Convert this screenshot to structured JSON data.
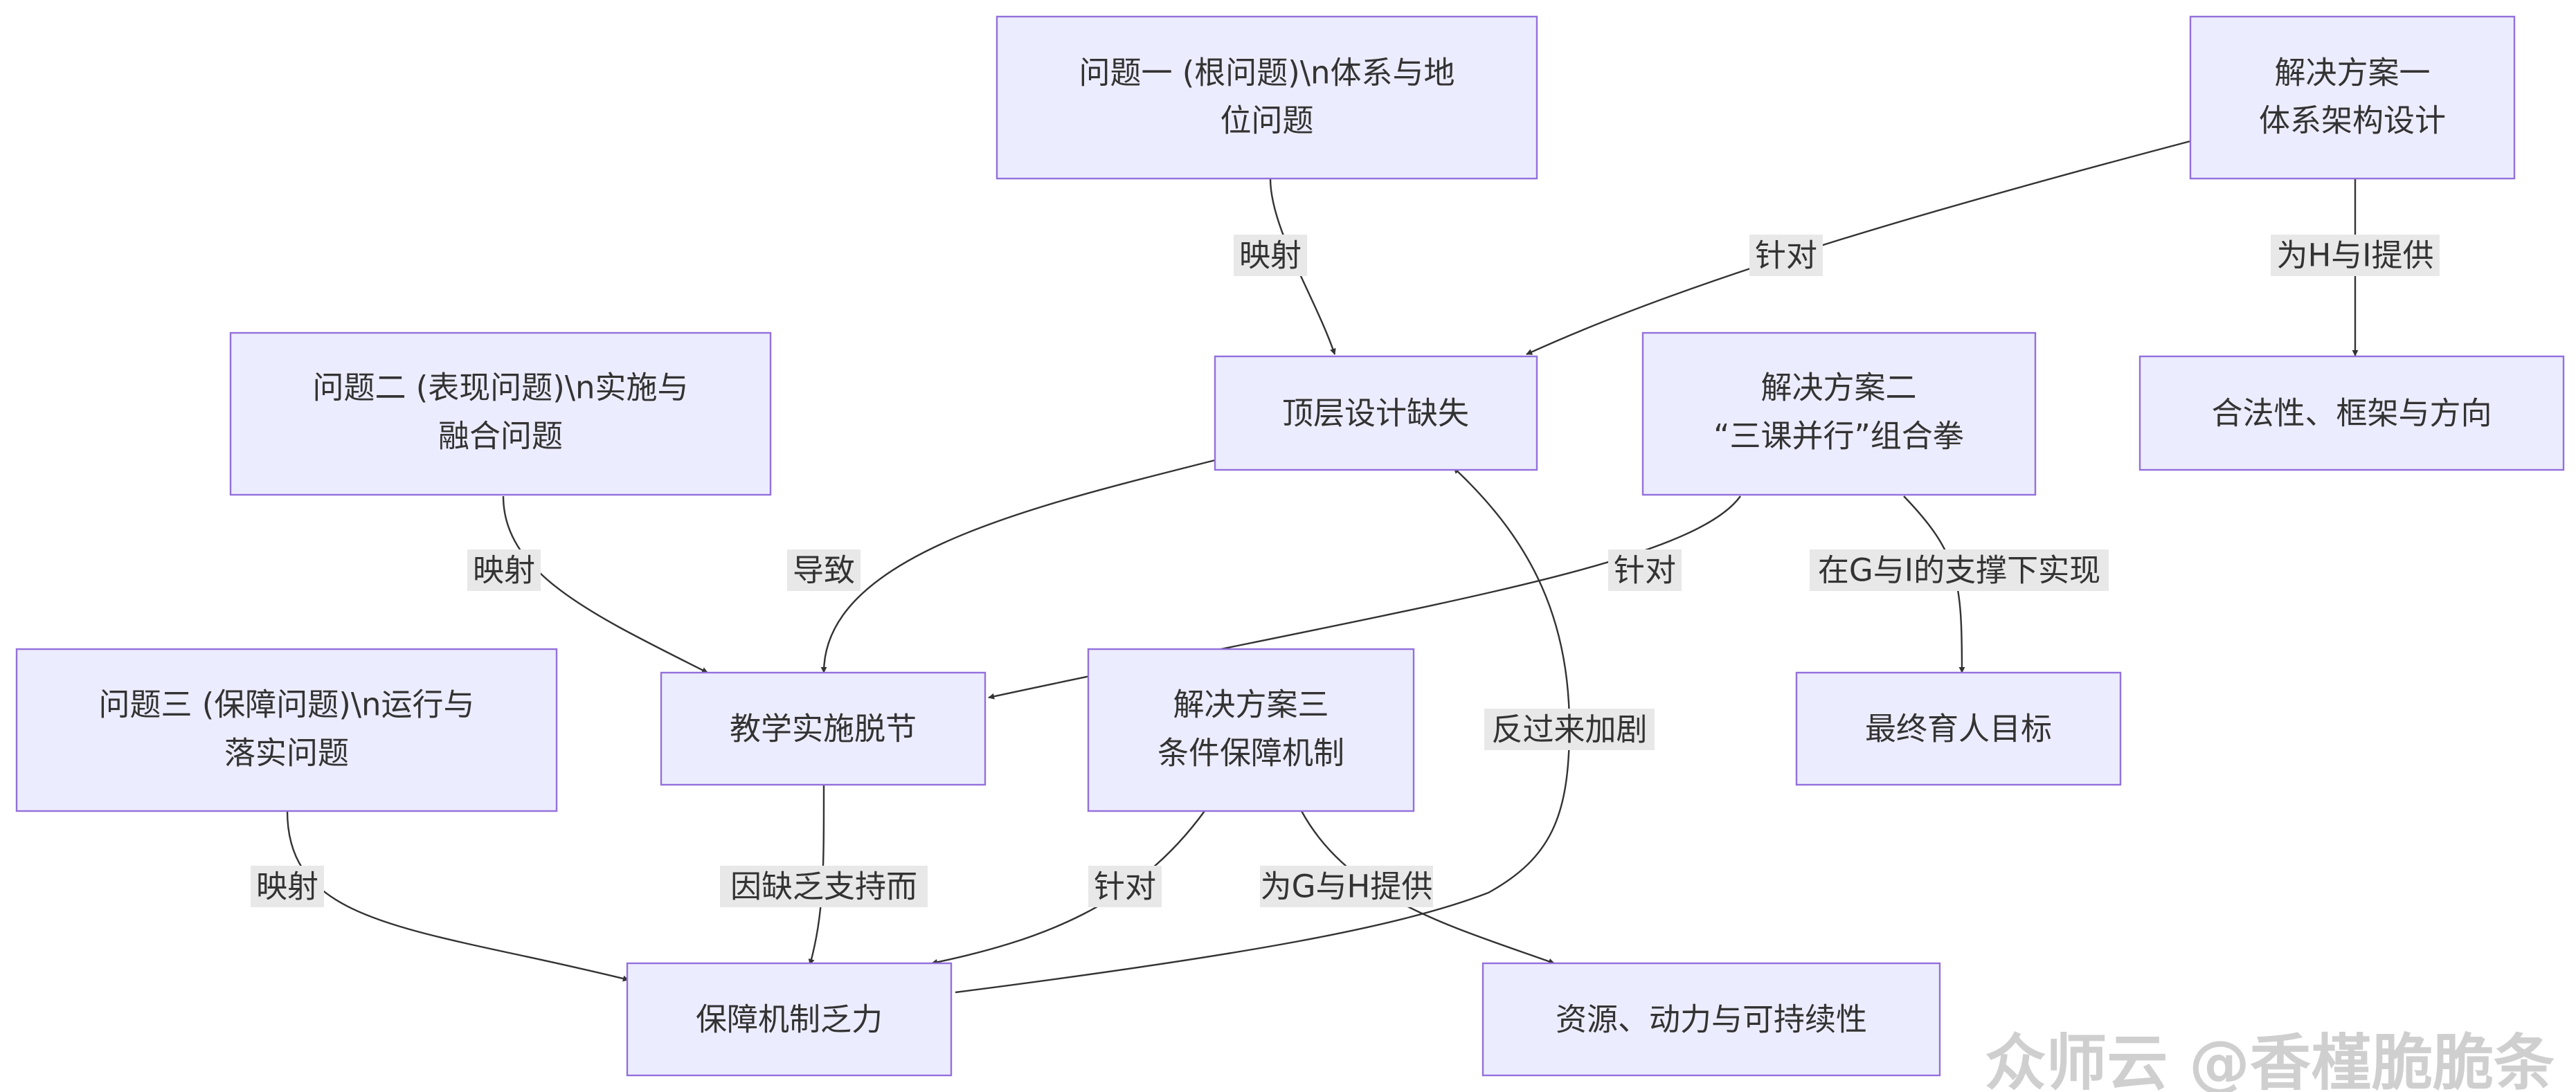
{
  "nodes": [
    {
      "id": "p1",
      "lines": [
        "问题一 (根问题)\\n体系与地",
        "位问题"
      ]
    },
    {
      "id": "s1",
      "lines": [
        "解决方案一",
        "体系架构设计"
      ]
    },
    {
      "id": "p2",
      "lines": [
        "问题二 (表现问题)\\n实施与",
        "融合问题"
      ]
    },
    {
      "id": "top",
      "lines": [
        "顶层设计缺失"
      ]
    },
    {
      "id": "s2",
      "lines": [
        "解决方案二",
        "“三课并行”组合拳"
      ]
    },
    {
      "id": "legal",
      "lines": [
        "合法性、框架与方向"
      ]
    },
    {
      "id": "p3",
      "lines": [
        "问题三 (保障问题)\\n运行与",
        "落实问题"
      ]
    },
    {
      "id": "teach",
      "lines": [
        "教学实施脱节"
      ]
    },
    {
      "id": "s3",
      "lines": [
        "解决方案三",
        "条件保障机制"
      ]
    },
    {
      "id": "goal",
      "lines": [
        "最终育人目标"
      ]
    },
    {
      "id": "guar",
      "lines": [
        "保障机制乏力"
      ]
    },
    {
      "id": "res",
      "lines": [
        "资源、动力与可持续性"
      ]
    }
  ],
  "edges": [
    {
      "id": "e1",
      "label": "映射"
    },
    {
      "id": "e2",
      "label": "针对"
    },
    {
      "id": "e3",
      "label": "为H与I提供"
    },
    {
      "id": "e4",
      "label": "映射"
    },
    {
      "id": "e5",
      "label": "导致"
    },
    {
      "id": "e6",
      "label": "针对"
    },
    {
      "id": "e7",
      "label": "在G与I的支撑下实现"
    },
    {
      "id": "e8",
      "label": "反过来加剧"
    },
    {
      "id": "e9",
      "label": "映射"
    },
    {
      "id": "e10",
      "label": "因缺乏支持而"
    },
    {
      "id": "e11",
      "label": "针对"
    },
    {
      "id": "e12",
      "label": "为G与H提供"
    }
  ],
  "watermark": "众师云 @香槿脆脆条"
}
